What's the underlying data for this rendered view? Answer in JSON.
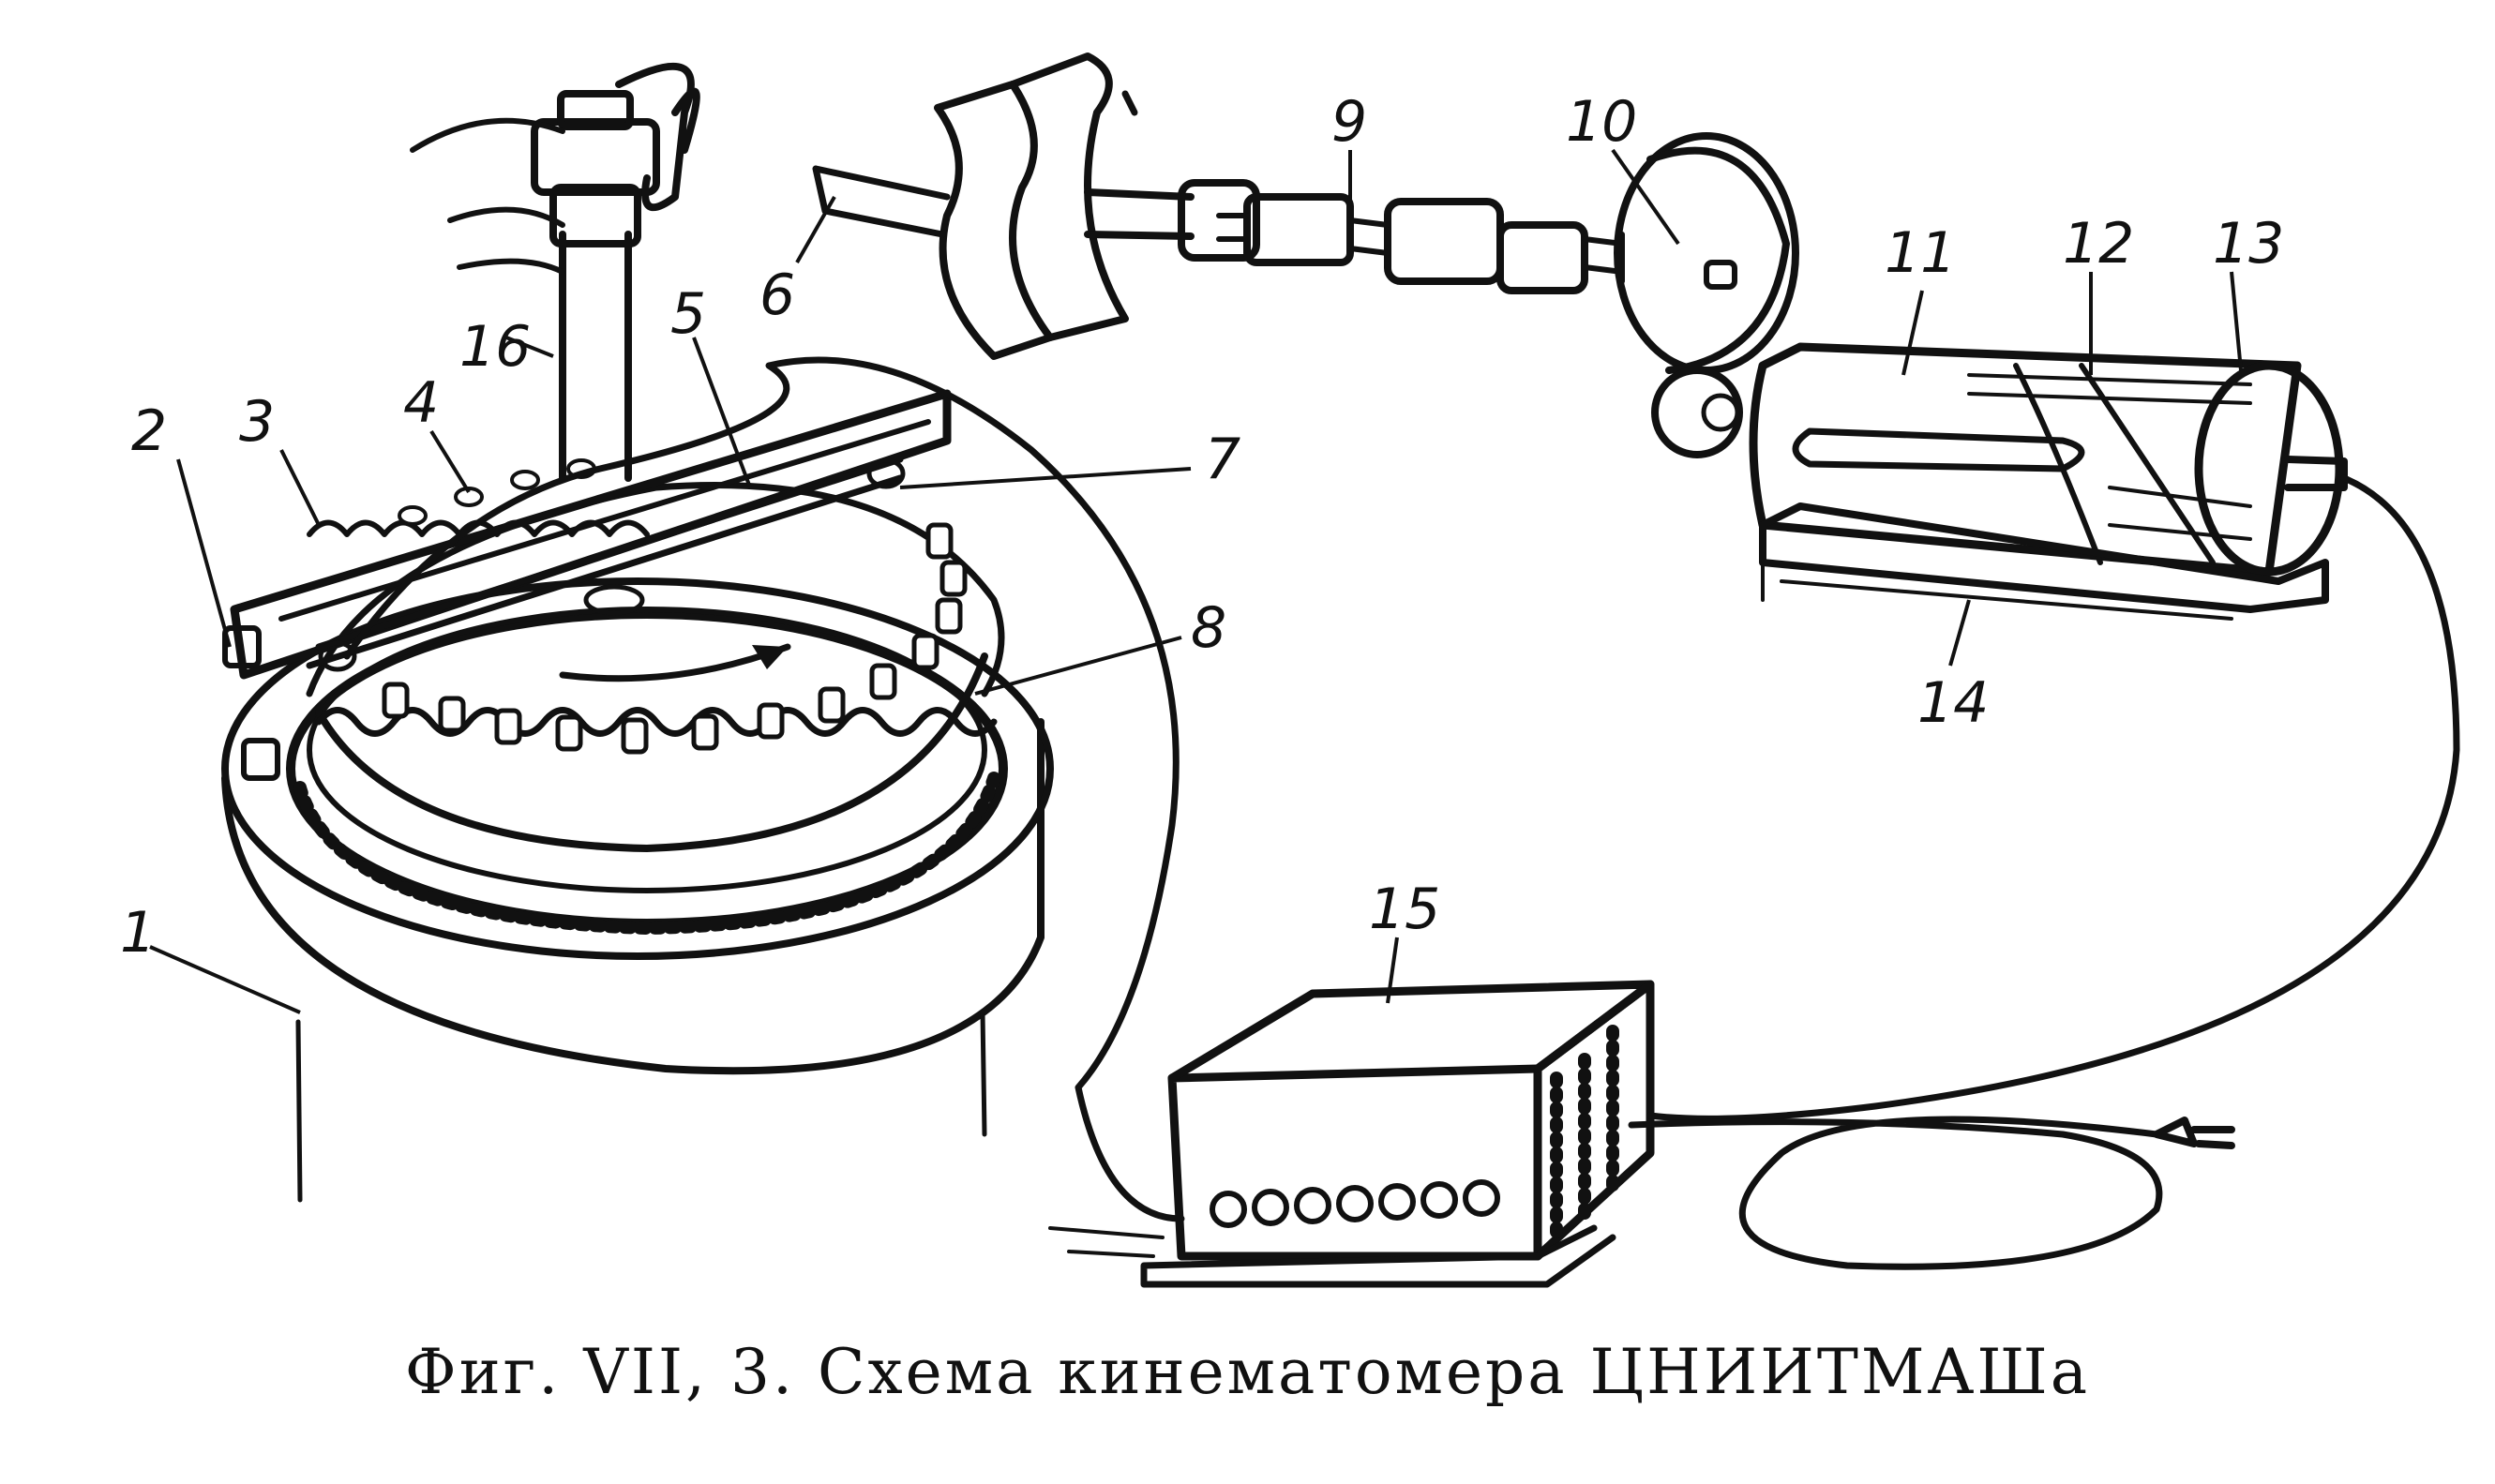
{
  "labels": [
    "1",
    "2",
    "3",
    "4",
    "5",
    "6",
    "7",
    "8",
    "9",
    "10",
    "11",
    "12",
    "13",
    "14",
    "15",
    "16"
  ],
  "caption": "Фиг. VII, 3. Схема кинематомера ЦНИИТМАШа",
  "colors": {
    "ink": "#111111",
    "paper": "#ffffff"
  }
}
